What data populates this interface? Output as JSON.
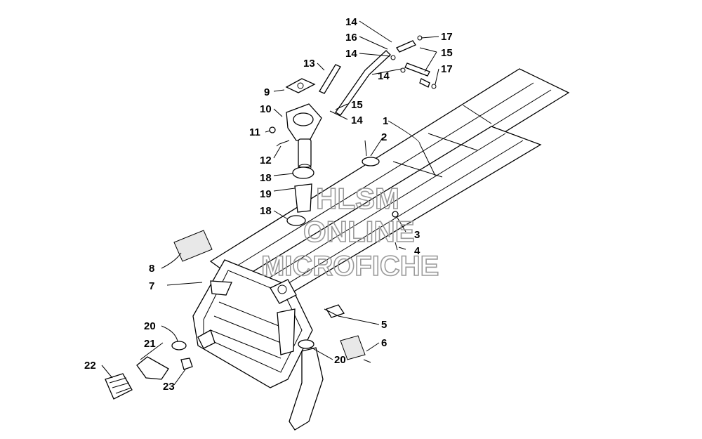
{
  "watermark": {
    "line1": "HLSM",
    "line2": "ONLINE",
    "line3": "MICROFICHE"
  },
  "callouts": {
    "c1": "1",
    "c2": "2",
    "c3": "3",
    "c4": "4",
    "c5": "5",
    "c6": "6",
    "c7": "7",
    "c8": "8",
    "c9": "9",
    "c10": "10",
    "c11": "11",
    "c12": "12",
    "c13": "13",
    "c14a": "14",
    "c14b": "14",
    "c14c": "14",
    "c14d": "14",
    "c15a": "15",
    "c15b": "15",
    "c16": "16",
    "c17a": "17",
    "c17b": "17",
    "c18a": "18",
    "c18b": "18",
    "c19": "19",
    "c20a": "20",
    "c20b": "20",
    "c21": "21",
    "c22": "22",
    "c23": "23"
  }
}
